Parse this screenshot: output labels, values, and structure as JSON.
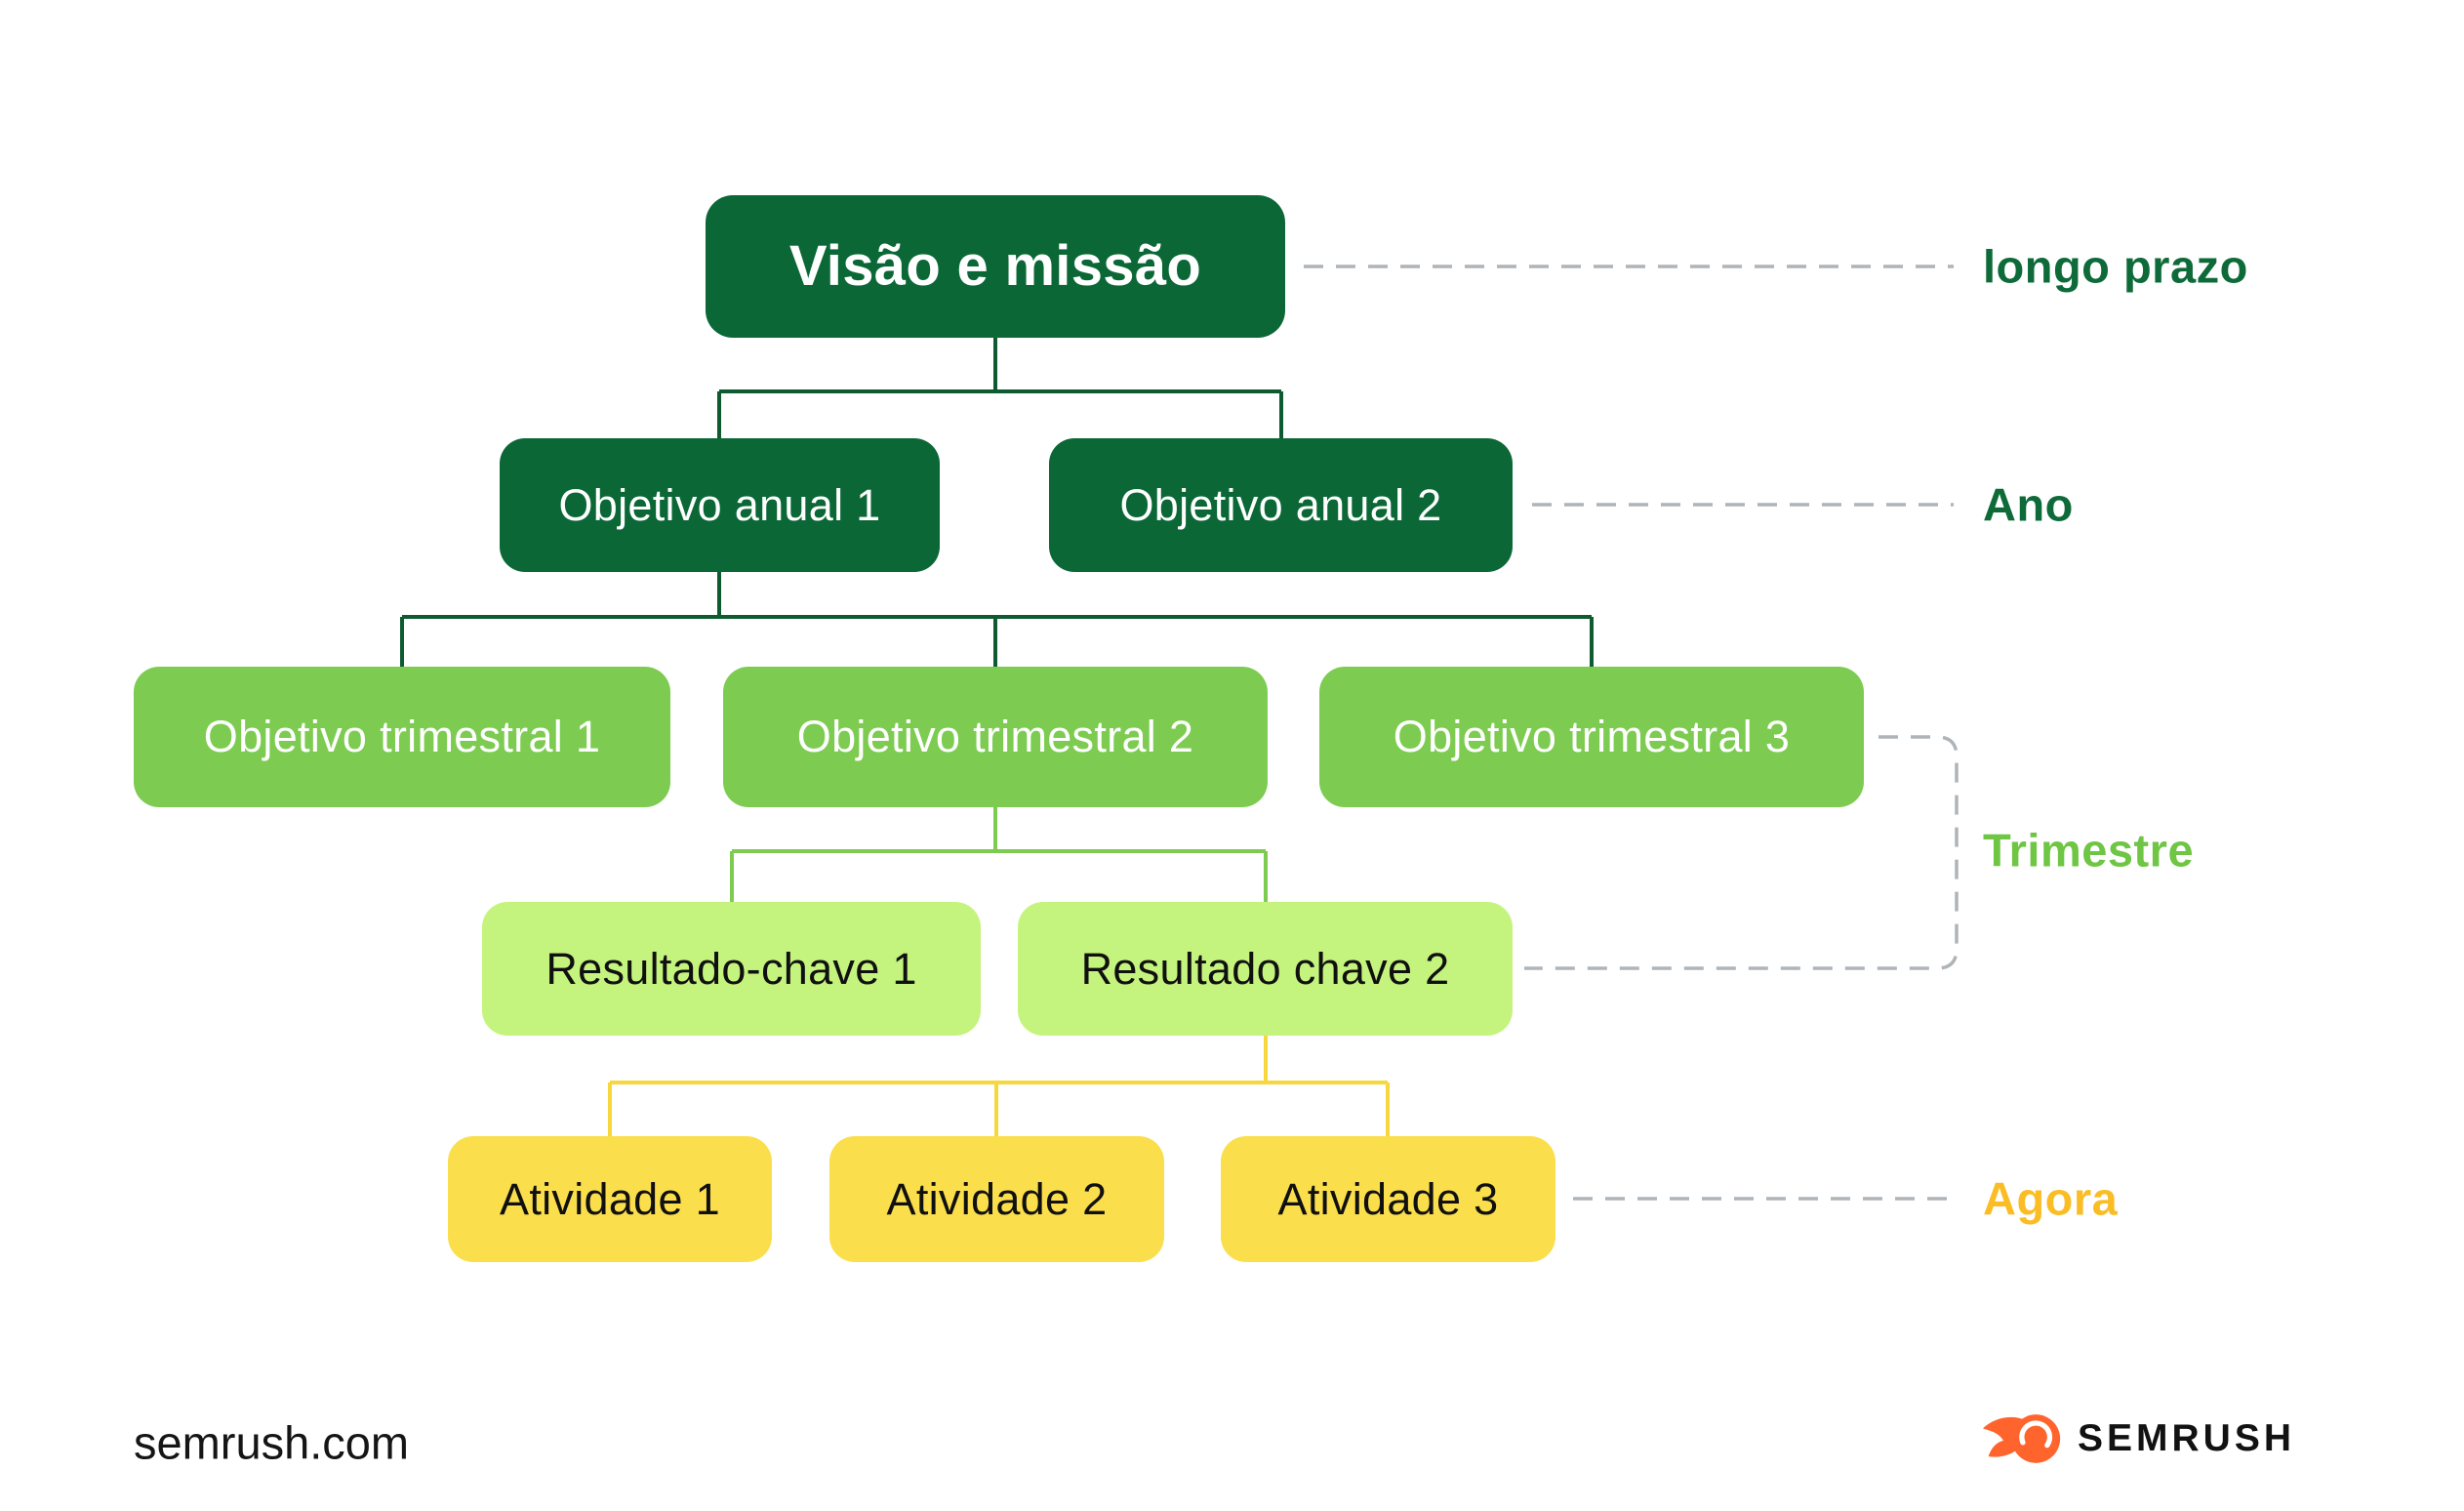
{
  "colors": {
    "dark_green": "#0B6836",
    "mid_green": "#7DCC51",
    "light_green": "#C5F47E",
    "yellow": "#FBDE4B",
    "line_dark_green": "#0E5B31",
    "line_yellow": "#F7D73C",
    "dash_gray": "#AFB4B8",
    "label_dark_green": "#0E6B39",
    "label_mid_green": "#6FC544",
    "label_yellow": "#FBBD26",
    "logo_orange": "#FF642D"
  },
  "diagram": {
    "nodes": {
      "vision": "Visão e missão",
      "annual1": "Objetivo anual 1",
      "annual2": "Objetivo anual 2",
      "quarter1": "Objetivo trimestral 1",
      "quarter2": "Objetivo trimestral 2",
      "quarter3": "Objetivo trimestral 3",
      "key1": "Resultado-chave 1",
      "key2": "Resultado chave 2",
      "activity1": "Atividade 1",
      "activity2": "Atividade 2",
      "activity3": "Atividade 3"
    },
    "timeline": {
      "long_term": "longo prazo",
      "year": "Ano",
      "quarter": "Trimestre",
      "now": "Agora"
    }
  },
  "footer": {
    "website": "semrush.com",
    "brand": "SEMRUSH",
    "brand_icon": "flame-ball"
  }
}
